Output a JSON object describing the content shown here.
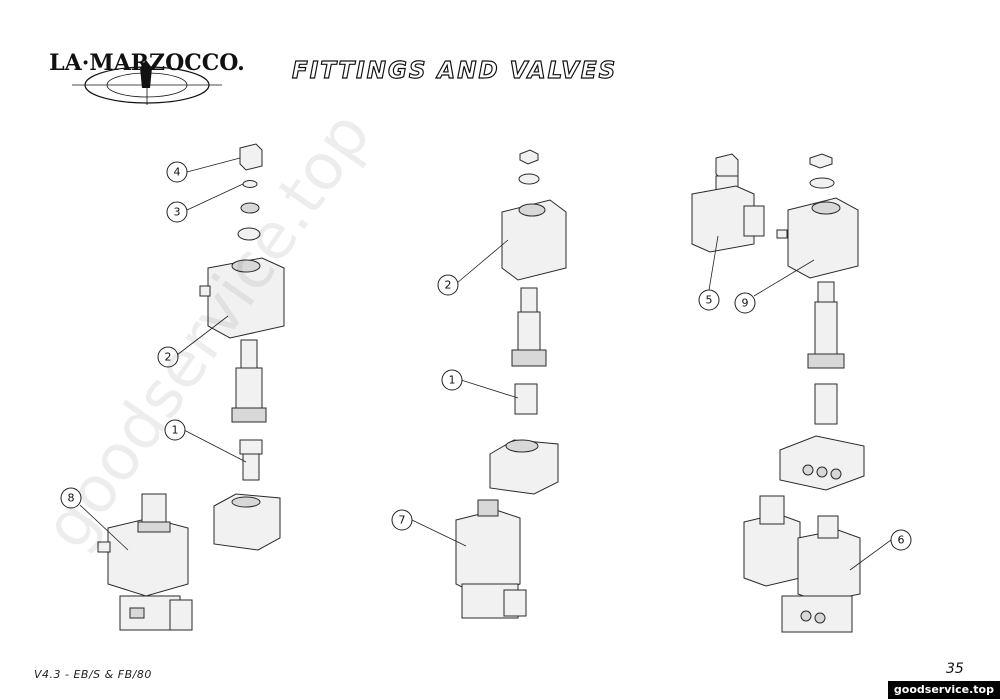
{
  "header": {
    "brand": "LA·MARZOCCO.",
    "title": "FITTINGS AND VALVES"
  },
  "footer": {
    "model": "V4.3 - EB/S & FB/80",
    "page_number": "35",
    "site": "goodservice.top"
  },
  "watermark": "goodservice.top",
  "callouts": [
    "1",
    "2",
    "3",
    "4",
    "5",
    "6",
    "7",
    "8",
    "9"
  ]
}
